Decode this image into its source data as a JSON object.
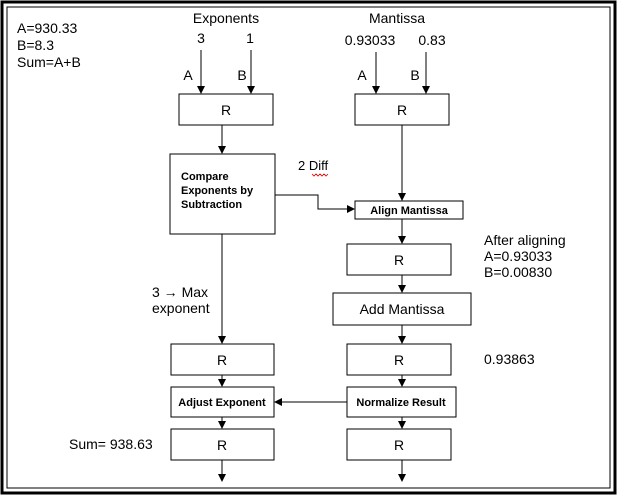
{
  "inputs": {
    "a_line": "A=930.33",
    "b_line": "B=8.3",
    "sum_line": "Sum=A+B"
  },
  "headers": {
    "exponents": "Exponents",
    "mantissa": "Mantissa"
  },
  "values": {
    "exp_a": "3",
    "exp_b": "1",
    "man_a": "0.93033",
    "man_b": "0.83"
  },
  "port_labels": {
    "a": "A",
    "b": "B"
  },
  "boxes": {
    "register": "R",
    "compare_line1": "Compare",
    "compare_line2": "Exponents by",
    "compare_line3": "Subtraction",
    "align": "Align Mantissa",
    "add": "Add Mantissa",
    "adjust": "Adjust Exponent",
    "normalize": "Normalize Result"
  },
  "annotations": {
    "diff": "2 Diff",
    "max_line1": "3 →  Max",
    "max_line2": "exponent",
    "after_line1": "After aligning",
    "after_line2": "A=0.93033",
    "after_line3": "B=0.00830",
    "add_result": "0.93863",
    "final_sum": "Sum= 938.63"
  }
}
